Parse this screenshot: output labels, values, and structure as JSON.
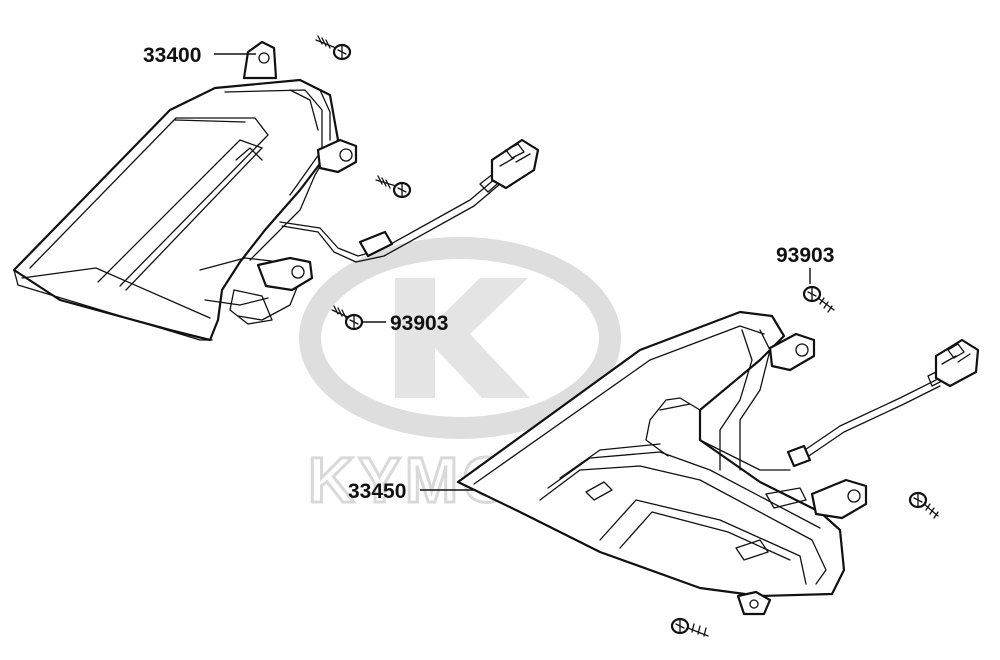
{
  "watermark": {
    "text": "KYMCO"
  },
  "labels": {
    "left_lamp": "33400",
    "right_lamp": "33450",
    "screw_left": "93903",
    "screw_right": "93903"
  },
  "colors": {
    "line": "#111111",
    "watermark": "#d9d9d9",
    "background": "#ffffff"
  }
}
